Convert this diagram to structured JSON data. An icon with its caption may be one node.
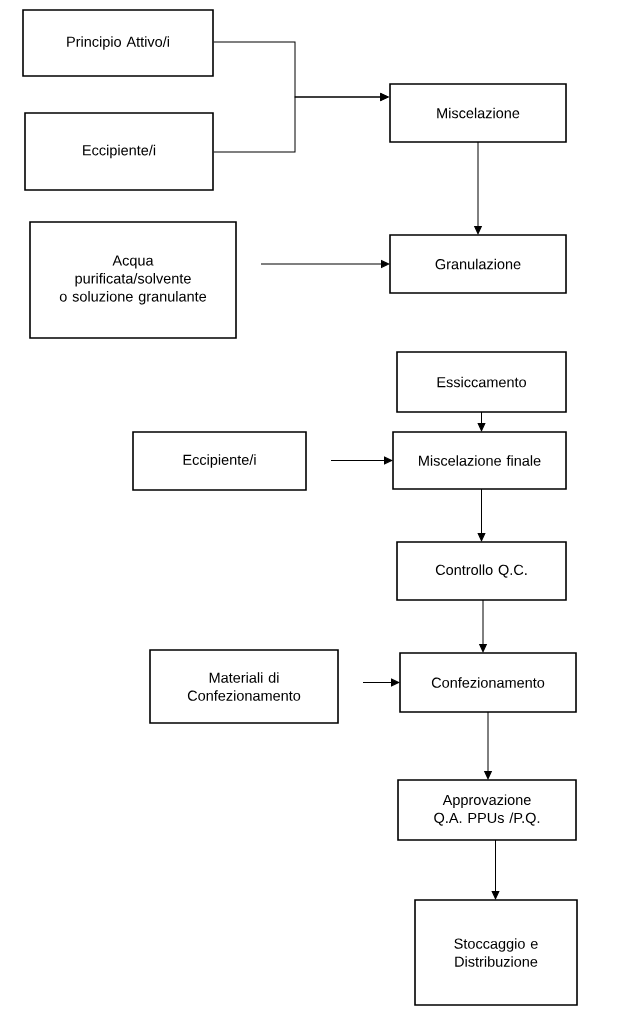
{
  "diagram": {
    "nodes": [
      {
        "text": [
          "Principio Attivo/i"
        ]
      },
      {
        "text": [
          "Eccipiente/i"
        ]
      },
      {
        "text": [
          "Miscelazione"
        ]
      },
      {
        "text": [
          "Acqua purificata/solvente o soluzione granulante"
        ]
      },
      {
        "text": [
          "Granulazione"
        ]
      },
      {
        "text": [
          "Essiccamento"
        ]
      },
      {
        "text": [
          "Eccipiente/i"
        ]
      },
      {
        "text": [
          "Miscelazione finale"
        ]
      },
      {
        "text": [
          "Controllo Q.C."
        ]
      },
      {
        "text": [
          "Materiali di Confezionamento"
        ]
      },
      {
        "text": [
          "Confezionamento"
        ]
      },
      {
        "text": [
          "Approvazione Q.A. PPUs /P.Q."
        ]
      },
      {
        "text": [
          "Stoccaggio e Distribuzione"
        ]
      }
    ],
    "edges": [
      {
        "from": 0,
        "to": 2,
        "arrow": "to"
      },
      {
        "from": 1,
        "to": 2,
        "arrow": "to"
      },
      {
        "from": 2,
        "to": 4,
        "arrow": "to"
      },
      {
        "from": 3,
        "to": 4,
        "arrow": "to"
      },
      {
        "from": 5,
        "to": 7,
        "arrow": "to"
      },
      {
        "from": 6,
        "to": 7,
        "arrow": "to"
      },
      {
        "from": 7,
        "to": 8,
        "arrow": "to"
      },
      {
        "from": 8,
        "to": 10,
        "arrow": "to"
      },
      {
        "from": 9,
        "to": 10,
        "arrow": "to"
      },
      {
        "from": 10,
        "to": 11,
        "arrow": "to"
      },
      {
        "from": 11,
        "to": 12,
        "arrow": "to"
      }
    ]
  }
}
